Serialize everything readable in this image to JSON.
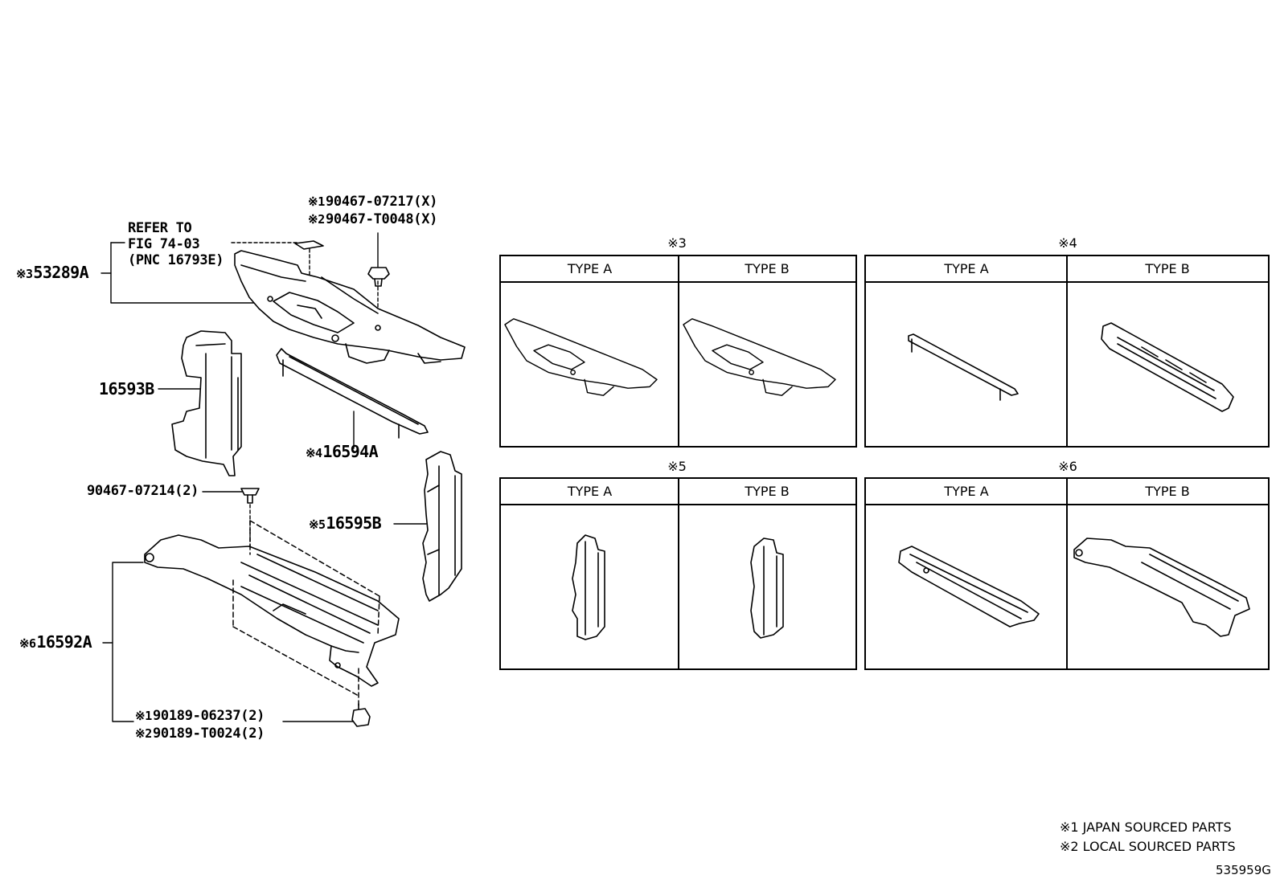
{
  "callouts": {
    "refer_line1": "REFER TO",
    "refer_line2": "FIG 74-03",
    "refer_line3": "(PNC 16793E)",
    "p53289a_mark": "※3",
    "p53289a": "53289A",
    "clip_top_1_mark": "※1",
    "clip_top_1": "90467-07217(X)",
    "clip_top_2_mark": "※2",
    "clip_top_2": "90467-T0048(X)",
    "p16593b": "16593B",
    "p16594a_mark": "※4",
    "p16594a": "16594A",
    "clip_mid": "90467-07214(2)",
    "p16595b_mark": "※5",
    "p16595b": "16595B",
    "p16592a_mark": "※6",
    "p16592a": "16592A",
    "bolt_1_mark": "※1",
    "bolt_1": "90189-06237(2)",
    "bolt_2_mark": "※2",
    "bolt_2": "90189-T0024(2)"
  },
  "type_grids": [
    {
      "caption": "※3",
      "col_a": "TYPE A",
      "col_b": "TYPE B"
    },
    {
      "caption": "※4",
      "col_a": "TYPE A",
      "col_b": "TYPE B"
    },
    {
      "caption": "※5",
      "col_a": "TYPE A",
      "col_b": "TYPE B"
    },
    {
      "caption": "※6",
      "col_a": "TYPE A",
      "col_b": "TYPE B"
    }
  ],
  "legend": {
    "note1": "※1 JAPAN SOURCED PARTS",
    "note2": "※2 LOCAL SOURCED PARTS"
  },
  "diagram_id": "535959G"
}
